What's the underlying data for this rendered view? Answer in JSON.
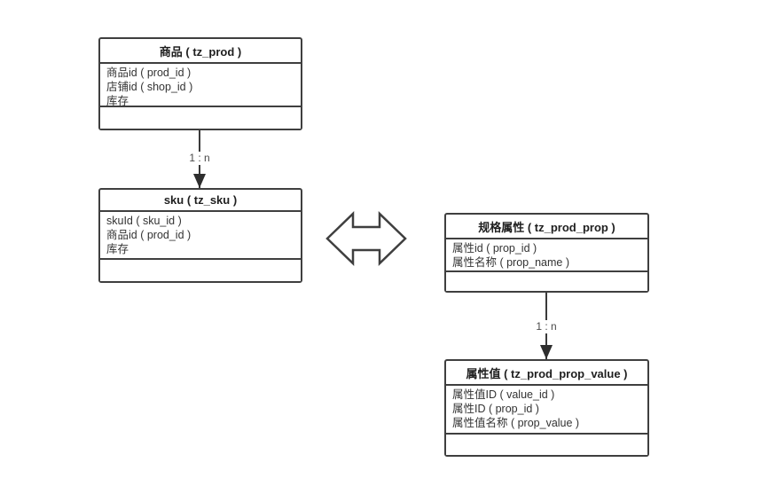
{
  "diagram": {
    "type": "er-diagram",
    "entities": [
      {
        "id": "prod",
        "title": "商品 ( tz_prod )",
        "fields": [
          "商品id ( prod_id )",
          "店铺id ( shop_id )",
          "库存"
        ]
      },
      {
        "id": "sku",
        "title": "sku ( tz_sku )",
        "fields": [
          "skuId ( sku_id )",
          "商品id ( prod_id )",
          "库存"
        ]
      },
      {
        "id": "prod_prop",
        "title": "规格属性 ( tz_prod_prop )",
        "fields": [
          "属性id ( prop_id )",
          "属性名称 ( prop_name )"
        ]
      },
      {
        "id": "prod_prop_value",
        "title": "属性值 ( tz_prod_prop_value )",
        "fields": [
          "属性值ID ( value_id )",
          "属性ID ( prop_id )",
          "属性值名称 ( prop_value )"
        ]
      }
    ],
    "relations": [
      {
        "from": "prod",
        "to": "sku",
        "label": "1 : n",
        "arrow": "solid-down-arrow"
      },
      {
        "from": "prod_prop",
        "to": "prod_prop_value",
        "label": "1 : n",
        "arrow": "solid-down-arrow"
      }
    ],
    "link": {
      "between": [
        "sku",
        "prod_prop"
      ],
      "icon": "double-horizontal-arrow-icon"
    },
    "colors": {
      "border": "#3f3f3f",
      "title_text": "#1f1f1f",
      "field_text": "#333333",
      "relation_label_text": "#4a4a4a",
      "background": "#ffffff"
    }
  }
}
